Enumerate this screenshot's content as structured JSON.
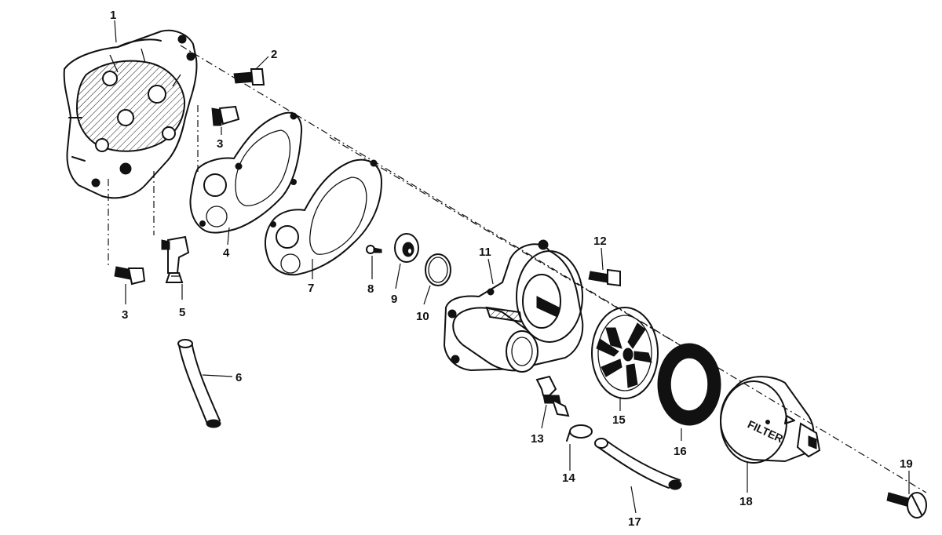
{
  "parts": [
    {
      "id": "part-1",
      "label": "1"
    },
    {
      "id": "part-2",
      "label": "2"
    },
    {
      "id": "part-3a",
      "label": "3"
    },
    {
      "id": "part-3b",
      "label": "3"
    },
    {
      "id": "part-4",
      "label": "4"
    },
    {
      "id": "part-5",
      "label": "5"
    },
    {
      "id": "part-6",
      "label": "6"
    },
    {
      "id": "part-7",
      "label": "7"
    },
    {
      "id": "part-8",
      "label": "8"
    },
    {
      "id": "part-9",
      "label": "9"
    },
    {
      "id": "part-10",
      "label": "10"
    },
    {
      "id": "part-11",
      "label": "11"
    },
    {
      "id": "part-12",
      "label": "12"
    },
    {
      "id": "part-13",
      "label": "13"
    },
    {
      "id": "part-14",
      "label": "14"
    },
    {
      "id": "part-15",
      "label": "15"
    },
    {
      "id": "part-16",
      "label": "16"
    },
    {
      "id": "part-17",
      "label": "17"
    },
    {
      "id": "part-18",
      "label": "18"
    },
    {
      "id": "part-19",
      "label": "19"
    }
  ],
  "filter_marking": "FILTER",
  "colors": {
    "ink": "#111111",
    "paper": "#ffffff"
  }
}
